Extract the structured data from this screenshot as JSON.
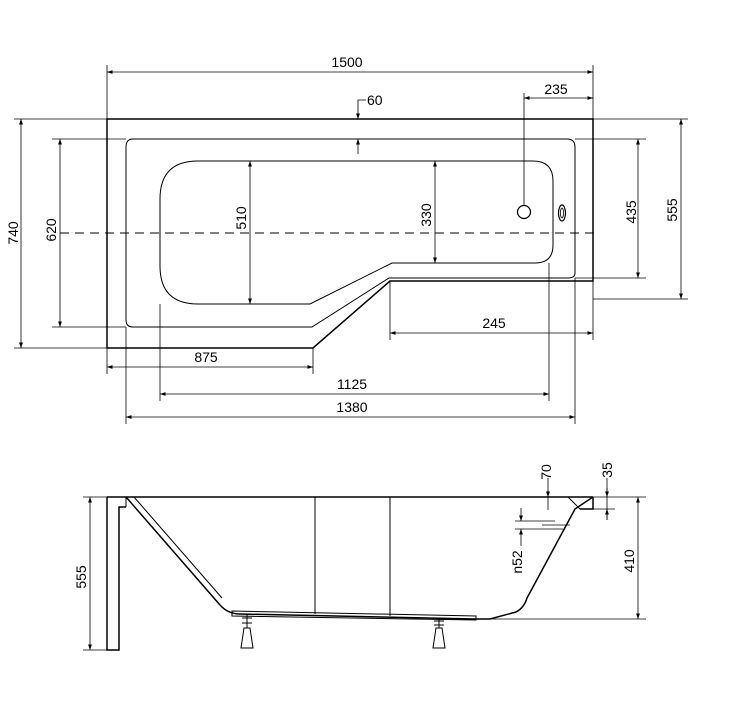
{
  "top_view": {
    "dims": {
      "overall_length": "1500",
      "drain_offset": "235",
      "rim_width": "60",
      "overall_width": "740",
      "inner_width": "620",
      "basin_width": "510",
      "narrow_basin_width": "330",
      "narrow_inner_width": "435",
      "narrow_overall_width": "555",
      "narrow_section_length": "245",
      "wide_section_length": "875",
      "basin_length": "1125",
      "inner_length": "1380"
    }
  },
  "side_view": {
    "dims": {
      "overall_height": "555",
      "rim_step": "70",
      "rim_edge": "35",
      "overflow_height": "n52",
      "depth": "410"
    }
  }
}
